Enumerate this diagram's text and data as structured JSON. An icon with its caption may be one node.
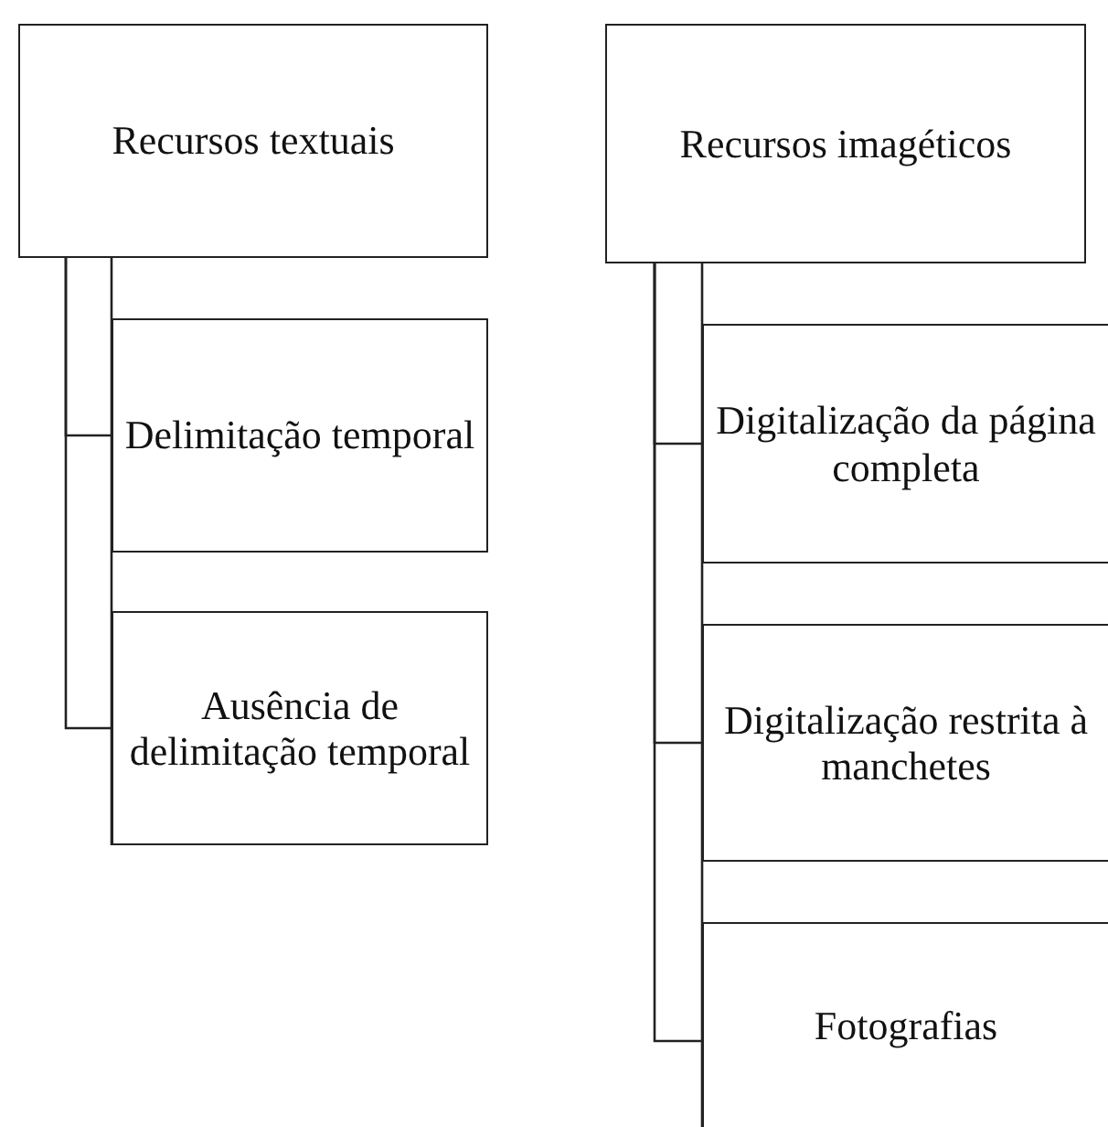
{
  "diagram": {
    "nodes": [
      {
        "text": [
          "Recursos textuais"
        ]
      },
      {
        "text": [
          "Delimitação temporal"
        ]
      },
      {
        "text": [
          "Ausência de delimitação temporal"
        ]
      },
      {
        "text": [
          "Recursos imagéticos"
        ]
      },
      {
        "text": [
          "Digitalização da página completa"
        ]
      },
      {
        "text": [
          "Digitalização restrita à manchetes"
        ]
      },
      {
        "text": [
          "Fotografias"
        ]
      }
    ],
    "edges": [
      {
        "from": 0,
        "to": 1,
        "arrow": "none"
      },
      {
        "from": 0,
        "to": 2,
        "arrow": "none"
      },
      {
        "from": 3,
        "to": 4,
        "arrow": "none"
      },
      {
        "from": 3,
        "to": 5,
        "arrow": "none"
      },
      {
        "from": 3,
        "to": 6,
        "arrow": "none"
      }
    ]
  }
}
